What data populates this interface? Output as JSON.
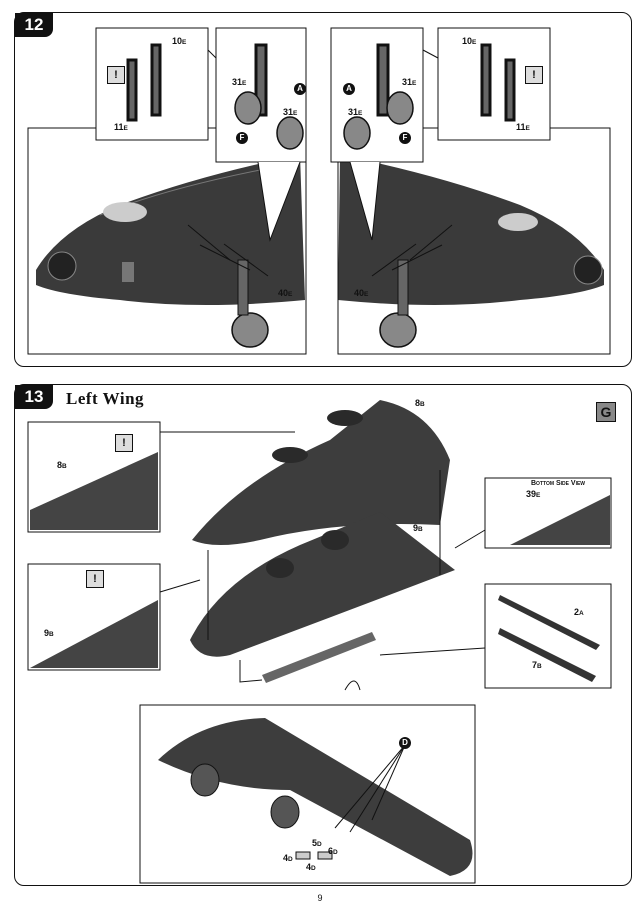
{
  "page_number": "9",
  "step12": {
    "number": "12",
    "labels": {
      "a_left": "10",
      "a_left_sub": "E",
      "b_left": "11",
      "b_left_sub": "E",
      "c1": "31",
      "c1_sub": "E",
      "c2": "31",
      "c2_sub": "E",
      "c3": "31",
      "c3_sub": "E",
      "c4": "31",
      "c4_sub": "E",
      "d_right": "10",
      "d_right_sub": "E",
      "e_right": "11",
      "e_right_sub": "E",
      "f_left": "40",
      "f_left_sub": "E",
      "f_right": "40",
      "f_right_sub": "E"
    },
    "markers": {
      "a": "A",
      "f": "F",
      "excl": "!"
    }
  },
  "step13": {
    "number": "13",
    "title": "Left Wing",
    "badge": "G",
    "labels": {
      "p8top": "8",
      "p8top_sub": "B",
      "p8inset": "8",
      "p8inset_sub": "B",
      "p9": "9",
      "p9_sub": "B",
      "p9inset": "9",
      "p9inset_sub": "B",
      "p39": "39",
      "p39_sub": "E",
      "p2": "2",
      "p2_sub": "A",
      "p7": "7",
      "p7_sub": "B",
      "p5": "5",
      "p5_sub": "D",
      "p6": "6",
      "p6_sub": "D",
      "p4a": "4",
      "p4a_sub": "D",
      "p4b": "4",
      "p4b_sub": "D"
    },
    "bottom_side_view": "Bottom Side View",
    "markers": {
      "d": "D",
      "excl": "!"
    }
  },
  "colors": {
    "ink": "#111111",
    "dark_part": "#2a2a2a",
    "mid_part": "#555555"
  }
}
